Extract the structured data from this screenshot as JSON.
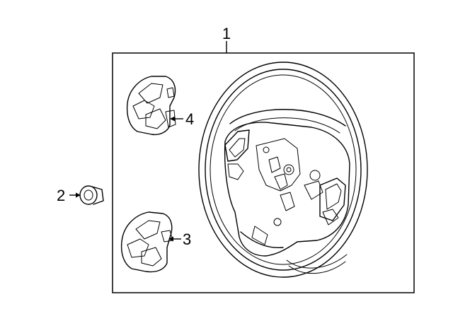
{
  "diagram": {
    "frame_color": "#000000",
    "background": "#ffffff",
    "callouts": [
      {
        "id": "steering-wheel",
        "label": "1"
      },
      {
        "id": "bolt",
        "label": "2"
      },
      {
        "id": "left-switch",
        "label": "3"
      },
      {
        "id": "right-switch",
        "label": "4"
      }
    ]
  }
}
